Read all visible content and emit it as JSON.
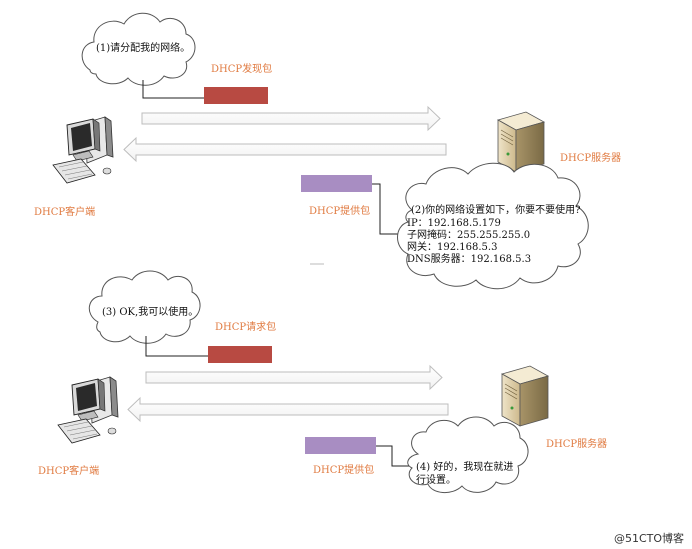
{
  "colors": {
    "discover_packet": "#b84a42",
    "offer_packet": "#a88dc2",
    "request_packet": "#b84a42",
    "label": "#e07a40",
    "arrow_stroke": "#bdbdbd",
    "cloud_stroke": "#555555"
  },
  "icons": {
    "client": "desktop-computer-icon",
    "server": "tower-server-icon"
  },
  "step1": {
    "bubble": "(1)请分配我的网络。",
    "packet_label": "DHCP发现包",
    "client_label": "DHCP客户端",
    "server_label": "DHCP服务器",
    "offer_label": "DHCP提供包",
    "offer_bubble": {
      "line1": "(2)你的网络设置如下，你要不要使用?",
      "line2": "IP：192.168.5.179",
      "line3": "子网掩码：255.255.255.0",
      "line4": "网关：192.168.5.3",
      "line5": "DNS服务器：192.168.5.3"
    }
  },
  "step2": {
    "bubble": "(3) OK,我可以使用。",
    "packet_label": "DHCP请求包",
    "client_label": "DHCP客户端",
    "server_label": "DHCP服务器",
    "offer_label": "DHCP提供包",
    "reply_bubble": "(4) 好的，我现在就进\n行设置。"
  },
  "watermark": "@51CTO博客"
}
